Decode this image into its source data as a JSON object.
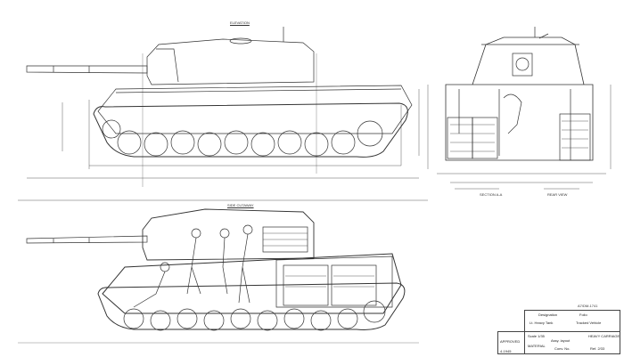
{
  "labels": {
    "side_view_title": "ELEVATION",
    "cutaway_title": "SIDE CUTAWAY",
    "rear_section_note": "SECTION A-A",
    "rear_view_note": "REAR VIEW",
    "sheet_id": "A7/DM-1741"
  },
  "title_block": {
    "row1": [
      "Designation",
      "Folio"
    ],
    "row2": [
      "Lt. Heavy Tank",
      "Tracked Vehicle"
    ],
    "scale": "Scale 1/35",
    "material": "MATERIAL",
    "drawing": "Assy. layout",
    "name": "Conv. No.",
    "ref": "Ref. 2/33",
    "approved": "APPROVED",
    "date": "4-1945",
    "stamp": "HEAVY CARRIAGE"
  },
  "colors": {
    "line": "#333333",
    "background": "#ffffff"
  }
}
